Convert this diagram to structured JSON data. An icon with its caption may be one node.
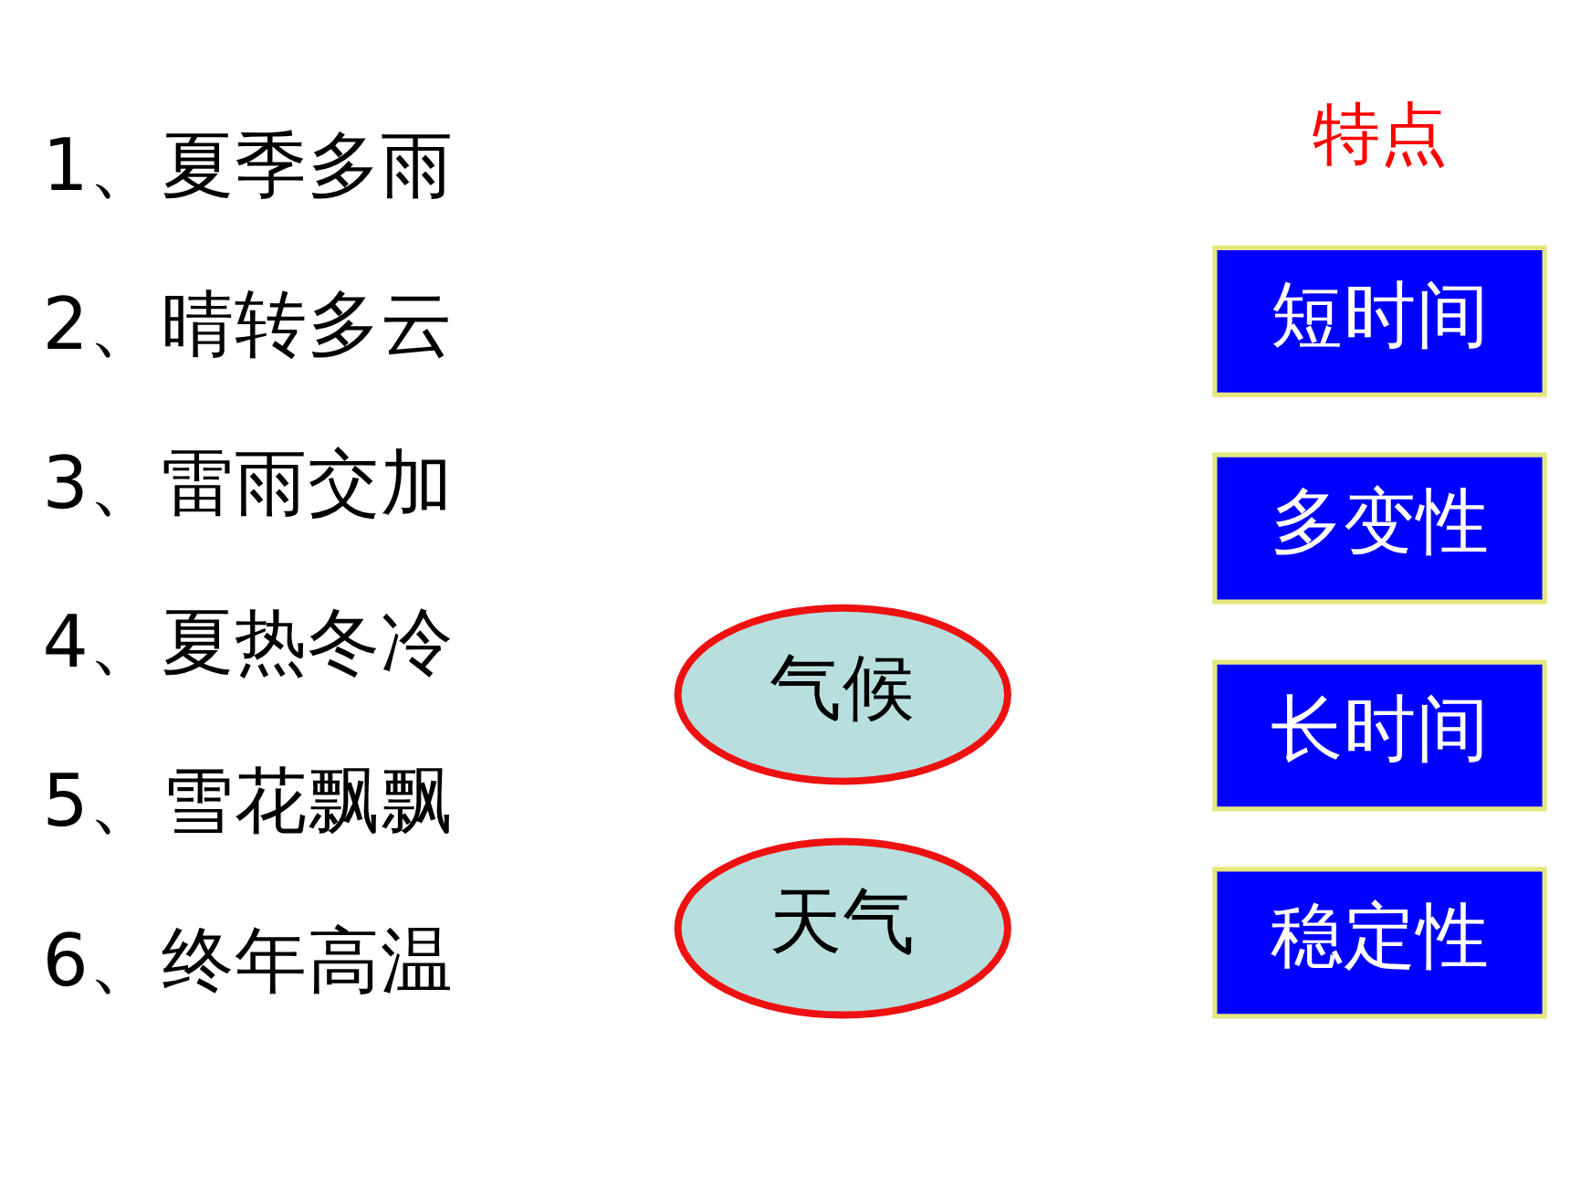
{
  "diagram": {
    "nodes": [
      {
        "text": [
          "天气"
        ]
      },
      {
        "text": [
          "气候"
        ]
      },
      {
        "text": [
          "短时间"
        ]
      },
      {
        "text": [
          "多变性"
        ]
      },
      {
        "text": [
          "长时间"
        ]
      },
      {
        "text": [
          "稳定性"
        ]
      }
    ],
    "labels": [
      "特点",
      "1、夏季多雨",
      "2、晴转多云",
      "3、雷雨交加",
      "4、夏热冬冷",
      "5、雪花飘飘",
      "6、终年高温"
    ]
  }
}
